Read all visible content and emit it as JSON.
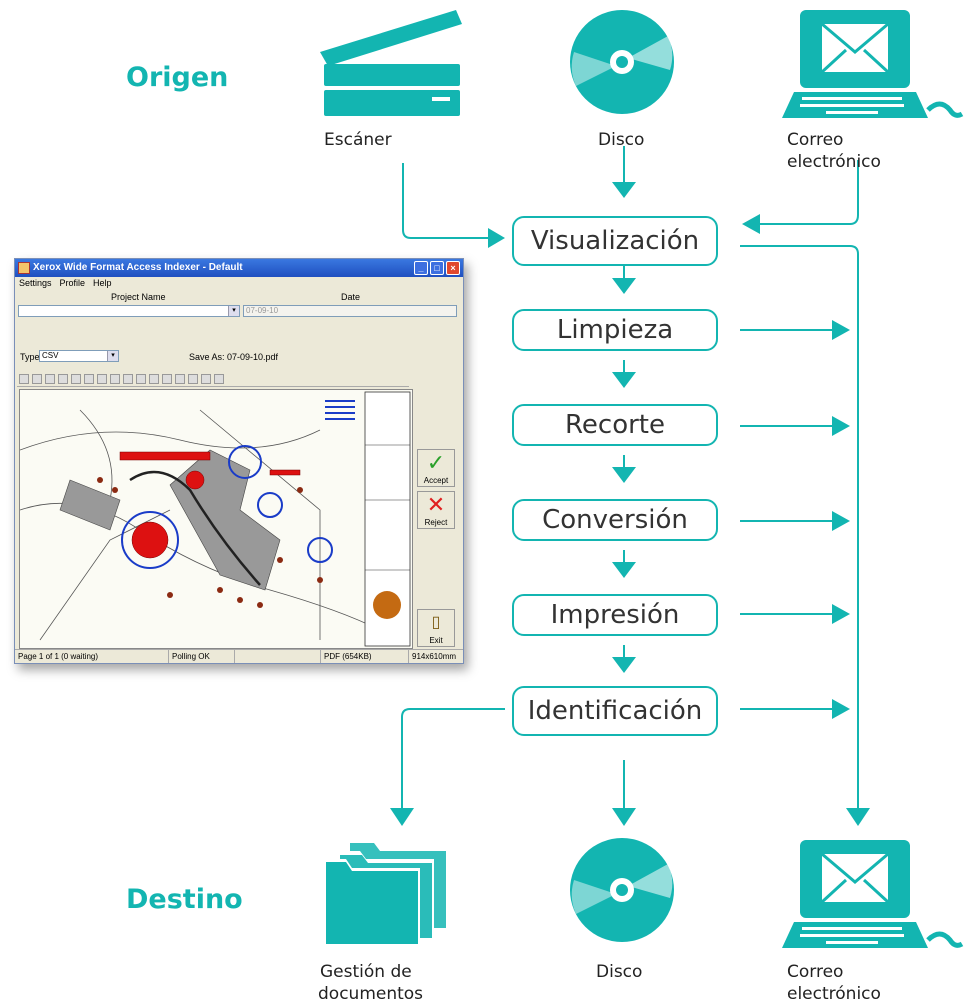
{
  "colors": {
    "accent": "#13b5b1",
    "arrow": "#13b5b1",
    "text": "#222222"
  },
  "origin": {
    "label": "Origen",
    "sources": [
      {
        "icon": "scanner-icon",
        "caption": "Escáner"
      },
      {
        "icon": "disc-icon",
        "caption": "Disco"
      },
      {
        "icon": "laptop-mail-icon",
        "caption_line1": "Correo",
        "caption_line2": "electrónico"
      }
    ]
  },
  "steps": [
    "Visualización",
    "Limpieza",
    "Recorte",
    "Conversión",
    "Impresión",
    "Identificación"
  ],
  "destination": {
    "label": "Destino",
    "targets": [
      {
        "icon": "folder-icon",
        "caption_line1": "Gestión de",
        "caption_line2": "documentos"
      },
      {
        "icon": "disc-icon",
        "caption": "Disco"
      },
      {
        "icon": "laptop-mail-icon",
        "caption_line1": "Correo",
        "caption_line2": "electrónico"
      }
    ]
  },
  "window": {
    "title": "Xerox Wide Format Access Indexer - Default",
    "menu": [
      "Settings",
      "Profile",
      "Help"
    ],
    "project_name_label": "Project Name",
    "date_label": "Date",
    "date_value": "07-09-10",
    "type_label": "Type",
    "type_value": "CSV",
    "save_as": "Save As: 07-09-10.pdf",
    "accept_label": "Accept",
    "reject_label": "Reject",
    "exit_label": "Exit",
    "status": [
      "Page 1 of 1 (0 waiting)",
      "Polling OK",
      "PDF (654KB)",
      "914x610mm"
    ]
  }
}
